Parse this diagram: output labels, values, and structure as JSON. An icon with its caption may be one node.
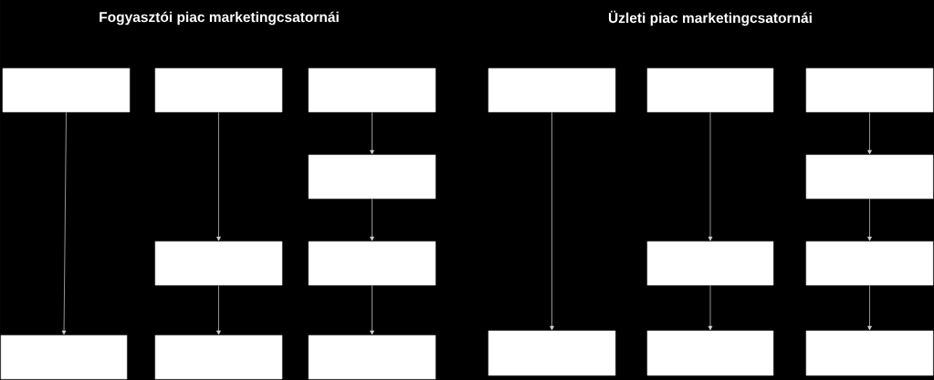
{
  "diagram": {
    "nodes": [
      {
        "text": [],
        "shape": "box"
      },
      {
        "text": [],
        "shape": "box"
      },
      {
        "text": [],
        "shape": "box"
      },
      {
        "text": [],
        "shape": "box"
      },
      {
        "text": [],
        "shape": "box"
      },
      {
        "text": [],
        "shape": "box"
      },
      {
        "text": [],
        "shape": "box"
      },
      {
        "text": [],
        "shape": "box"
      },
      {
        "text": [],
        "shape": "box"
      },
      {
        "text": [],
        "shape": "box"
      },
      {
        "text": [],
        "shape": "box"
      },
      {
        "text": [],
        "shape": "box"
      },
      {
        "text": [],
        "shape": "box"
      },
      {
        "text": [],
        "shape": "box"
      },
      {
        "text": [],
        "shape": "box"
      },
      {
        "text": [],
        "shape": "box"
      },
      {
        "text": [],
        "shape": "box"
      },
      {
        "text": [],
        "shape": "box"
      }
    ],
    "edges": [
      {
        "from": 0,
        "to": 12,
        "arrow": "to"
      },
      {
        "from": 1,
        "to": 8,
        "arrow": "to"
      },
      {
        "from": 8,
        "to": 13,
        "arrow": "to"
      },
      {
        "from": 2,
        "to": 6,
        "arrow": "to"
      },
      {
        "from": 6,
        "to": 9,
        "arrow": "to"
      },
      {
        "from": 9,
        "to": 14,
        "arrow": "to"
      },
      {
        "from": 3,
        "to": 15,
        "arrow": "to"
      },
      {
        "from": 4,
        "to": 10,
        "arrow": "to"
      },
      {
        "from": 10,
        "to": 16,
        "arrow": "to"
      },
      {
        "from": 5,
        "to": 7,
        "arrow": "to"
      },
      {
        "from": 7,
        "to": 11,
        "arrow": "to"
      },
      {
        "from": 11,
        "to": 17,
        "arrow": "to"
      }
    ],
    "labels": [
      "Fogyasztói piac marketingcsatornái",
      "Üzleti piac marketingcsatornái"
    ]
  }
}
